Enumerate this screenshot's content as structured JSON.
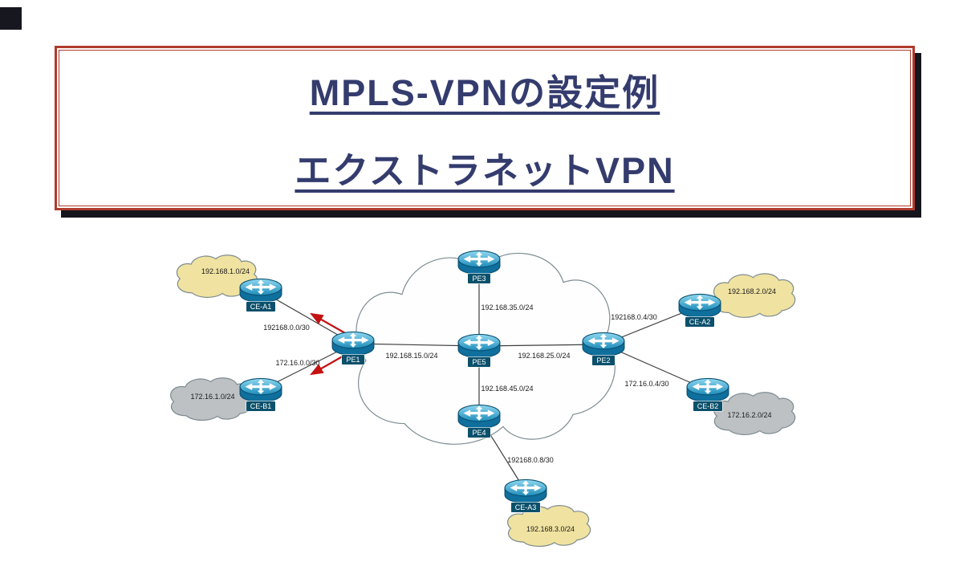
{
  "title": {
    "line1": "MPLS-VPNの設定例",
    "line2": "エクストラネットVPN"
  },
  "colors": {
    "title_text": "#343c6e",
    "title_border": "#b03a2e",
    "title_shadow": "#14141c",
    "router_blue": "#1d8cba",
    "router_label_bg": "#0b506b",
    "vpn_a_cloud_yellow": "#f0e2a0",
    "vpn_b_cloud_gray": "#bdc1c3",
    "core_cloud_white": "#fefefe",
    "red_arrow": "#c41212"
  },
  "diagram": {
    "routers": {
      "pe1": {
        "label": "PE1"
      },
      "pe2": {
        "label": "PE2"
      },
      "pe3": {
        "label": "PE3"
      },
      "pe4": {
        "label": "PE4"
      },
      "pe5": {
        "label": "PE5"
      },
      "ce_a1": {
        "label": "CE-A1"
      },
      "ce_a2": {
        "label": "CE-A2"
      },
      "ce_a3": {
        "label": "CE-A3"
      },
      "ce_b1": {
        "label": "CE-B1"
      },
      "ce_b2": {
        "label": "CE-B2"
      }
    },
    "networks": {
      "net_a1": {
        "label": "192.168.1.0/24"
      },
      "net_b1": {
        "label": "172.16.1.0/24"
      },
      "net_a2": {
        "label": "192.168.2.0/24"
      },
      "net_b2": {
        "label": "172.16.2.0/24"
      },
      "net_a3": {
        "label": "192.168.3.0/24"
      }
    },
    "links": {
      "ce_a1__pe1": {
        "label": "192168.0.0/30"
      },
      "ce_b1__pe1": {
        "label": "172.16.0.0/30"
      },
      "pe1__pe5": {
        "label": "192.168.15.0/24"
      },
      "pe3__pe5": {
        "label": "192.168.35.0/24"
      },
      "pe5__pe2": {
        "label": "192.168.25.0/24"
      },
      "pe5__pe4": {
        "label": "192.168.45.0/24"
      },
      "pe2__ce_a2": {
        "label": "192168.0.4/30"
      },
      "pe2__ce_b2": {
        "label": "172.16.0.4/30"
      },
      "pe4__ce_a3": {
        "label": "192168.0.8/30"
      }
    }
  }
}
